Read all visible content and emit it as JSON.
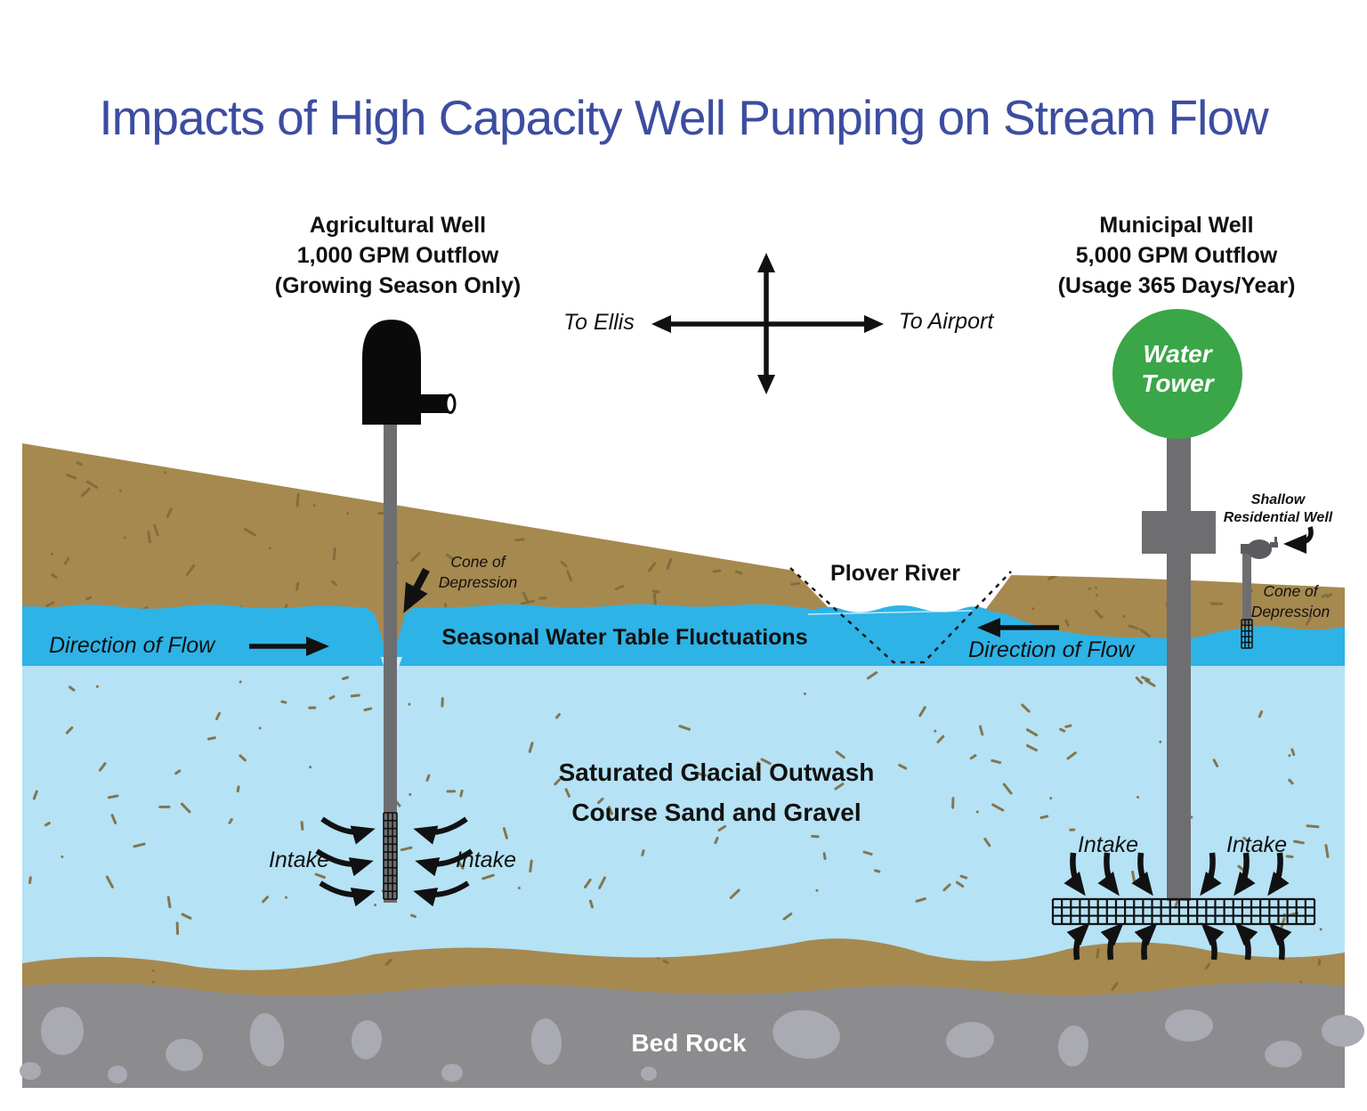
{
  "title": "Impacts of High Capacity Well Pumping on Stream Flow",
  "compass": {
    "west": "To Ellis",
    "east": "To Airport"
  },
  "agricultural_well": {
    "line1": "Agricultural Well",
    "line2": "1,000 GPM Outflow",
    "line3": "(Growing Season Only)",
    "intake_left": "Intake",
    "intake_right": "Intake",
    "cone_line1": "Cone of",
    "cone_line2": "Depression"
  },
  "municipal_well": {
    "line1": "Municipal Well",
    "line2": "5,000 GPM Outflow",
    "line3": "(Usage 365 Days/Year)",
    "intake_left": "Intake",
    "intake_right": "Intake"
  },
  "water_tower": {
    "line1": "Water",
    "line2": "Tower"
  },
  "residential_well": {
    "line1": "Shallow",
    "line2": "Residential Well",
    "cone_line1": "Cone of",
    "cone_line2": "Depression"
  },
  "river": {
    "name": "Plover River",
    "direction_left": "Direction of Flow",
    "direction_right": "Direction of Flow"
  },
  "water_table_label": "Seasonal Water Table Fluctuations",
  "aquifer": {
    "line1": "Saturated Glacial Outwash",
    "line2": "Course Sand and Gravel"
  },
  "bedrock_label": "Bed Rock",
  "colors": {
    "title_blue": "#3C4DA0",
    "soil_brown": "#A6894F",
    "water_table_cyan": "#2EB3E7",
    "aquifer_blue": "#B5E2F5",
    "bedrock_gray": "#8C8C8F",
    "boulder_gray": "#A9AAB2",
    "tower_green": "#3AA648",
    "well_gray": "#6E6E70"
  }
}
